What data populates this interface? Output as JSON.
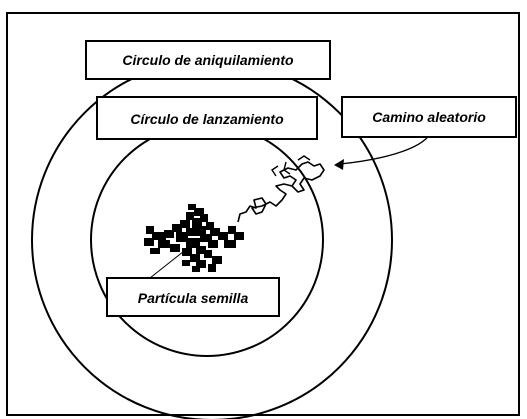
{
  "labels": {
    "annihilation_circle": "Circulo de aniquilamiento",
    "launch_circle": "Círculo de lanzamiento",
    "random_walk": "Camino aleatorio",
    "seed_particle": "Partícula semilla"
  },
  "colors": {
    "stroke": "#000000",
    "background": "#ffffff"
  }
}
